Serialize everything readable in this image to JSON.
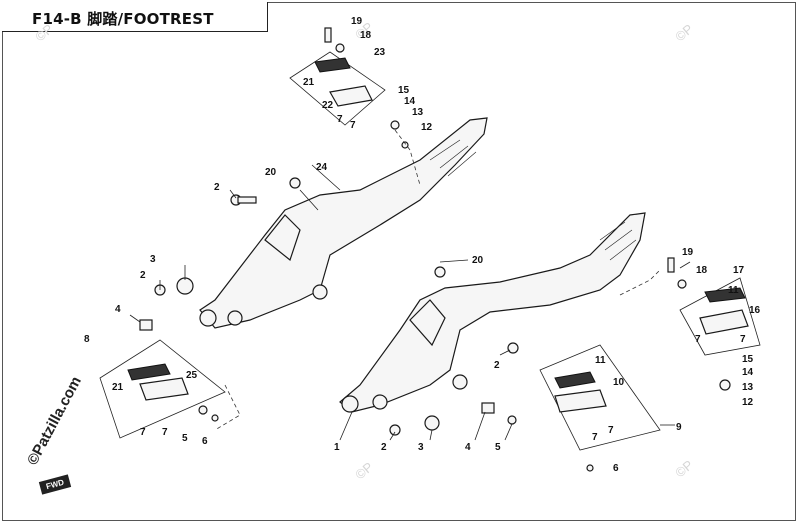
{
  "title": "F14-B 脚踏/FOOTREST",
  "watermark": "©Patzilla.com",
  "fwd_label": "FWD",
  "callouts": [
    "19",
    "18",
    "23",
    "21",
    "22",
    "7",
    "7",
    "15",
    "14",
    "13",
    "12",
    "20",
    "24",
    "2",
    "3",
    "2",
    "4",
    "8",
    "21",
    "25",
    "7",
    "7",
    "5",
    "6",
    "20",
    "2",
    "1",
    "2",
    "3",
    "4",
    "5",
    "11",
    "10",
    "7",
    "7",
    "6",
    "9",
    "19",
    "18",
    "17",
    "11",
    "16",
    "7",
    "7",
    "15",
    "14",
    "13",
    "12"
  ]
}
